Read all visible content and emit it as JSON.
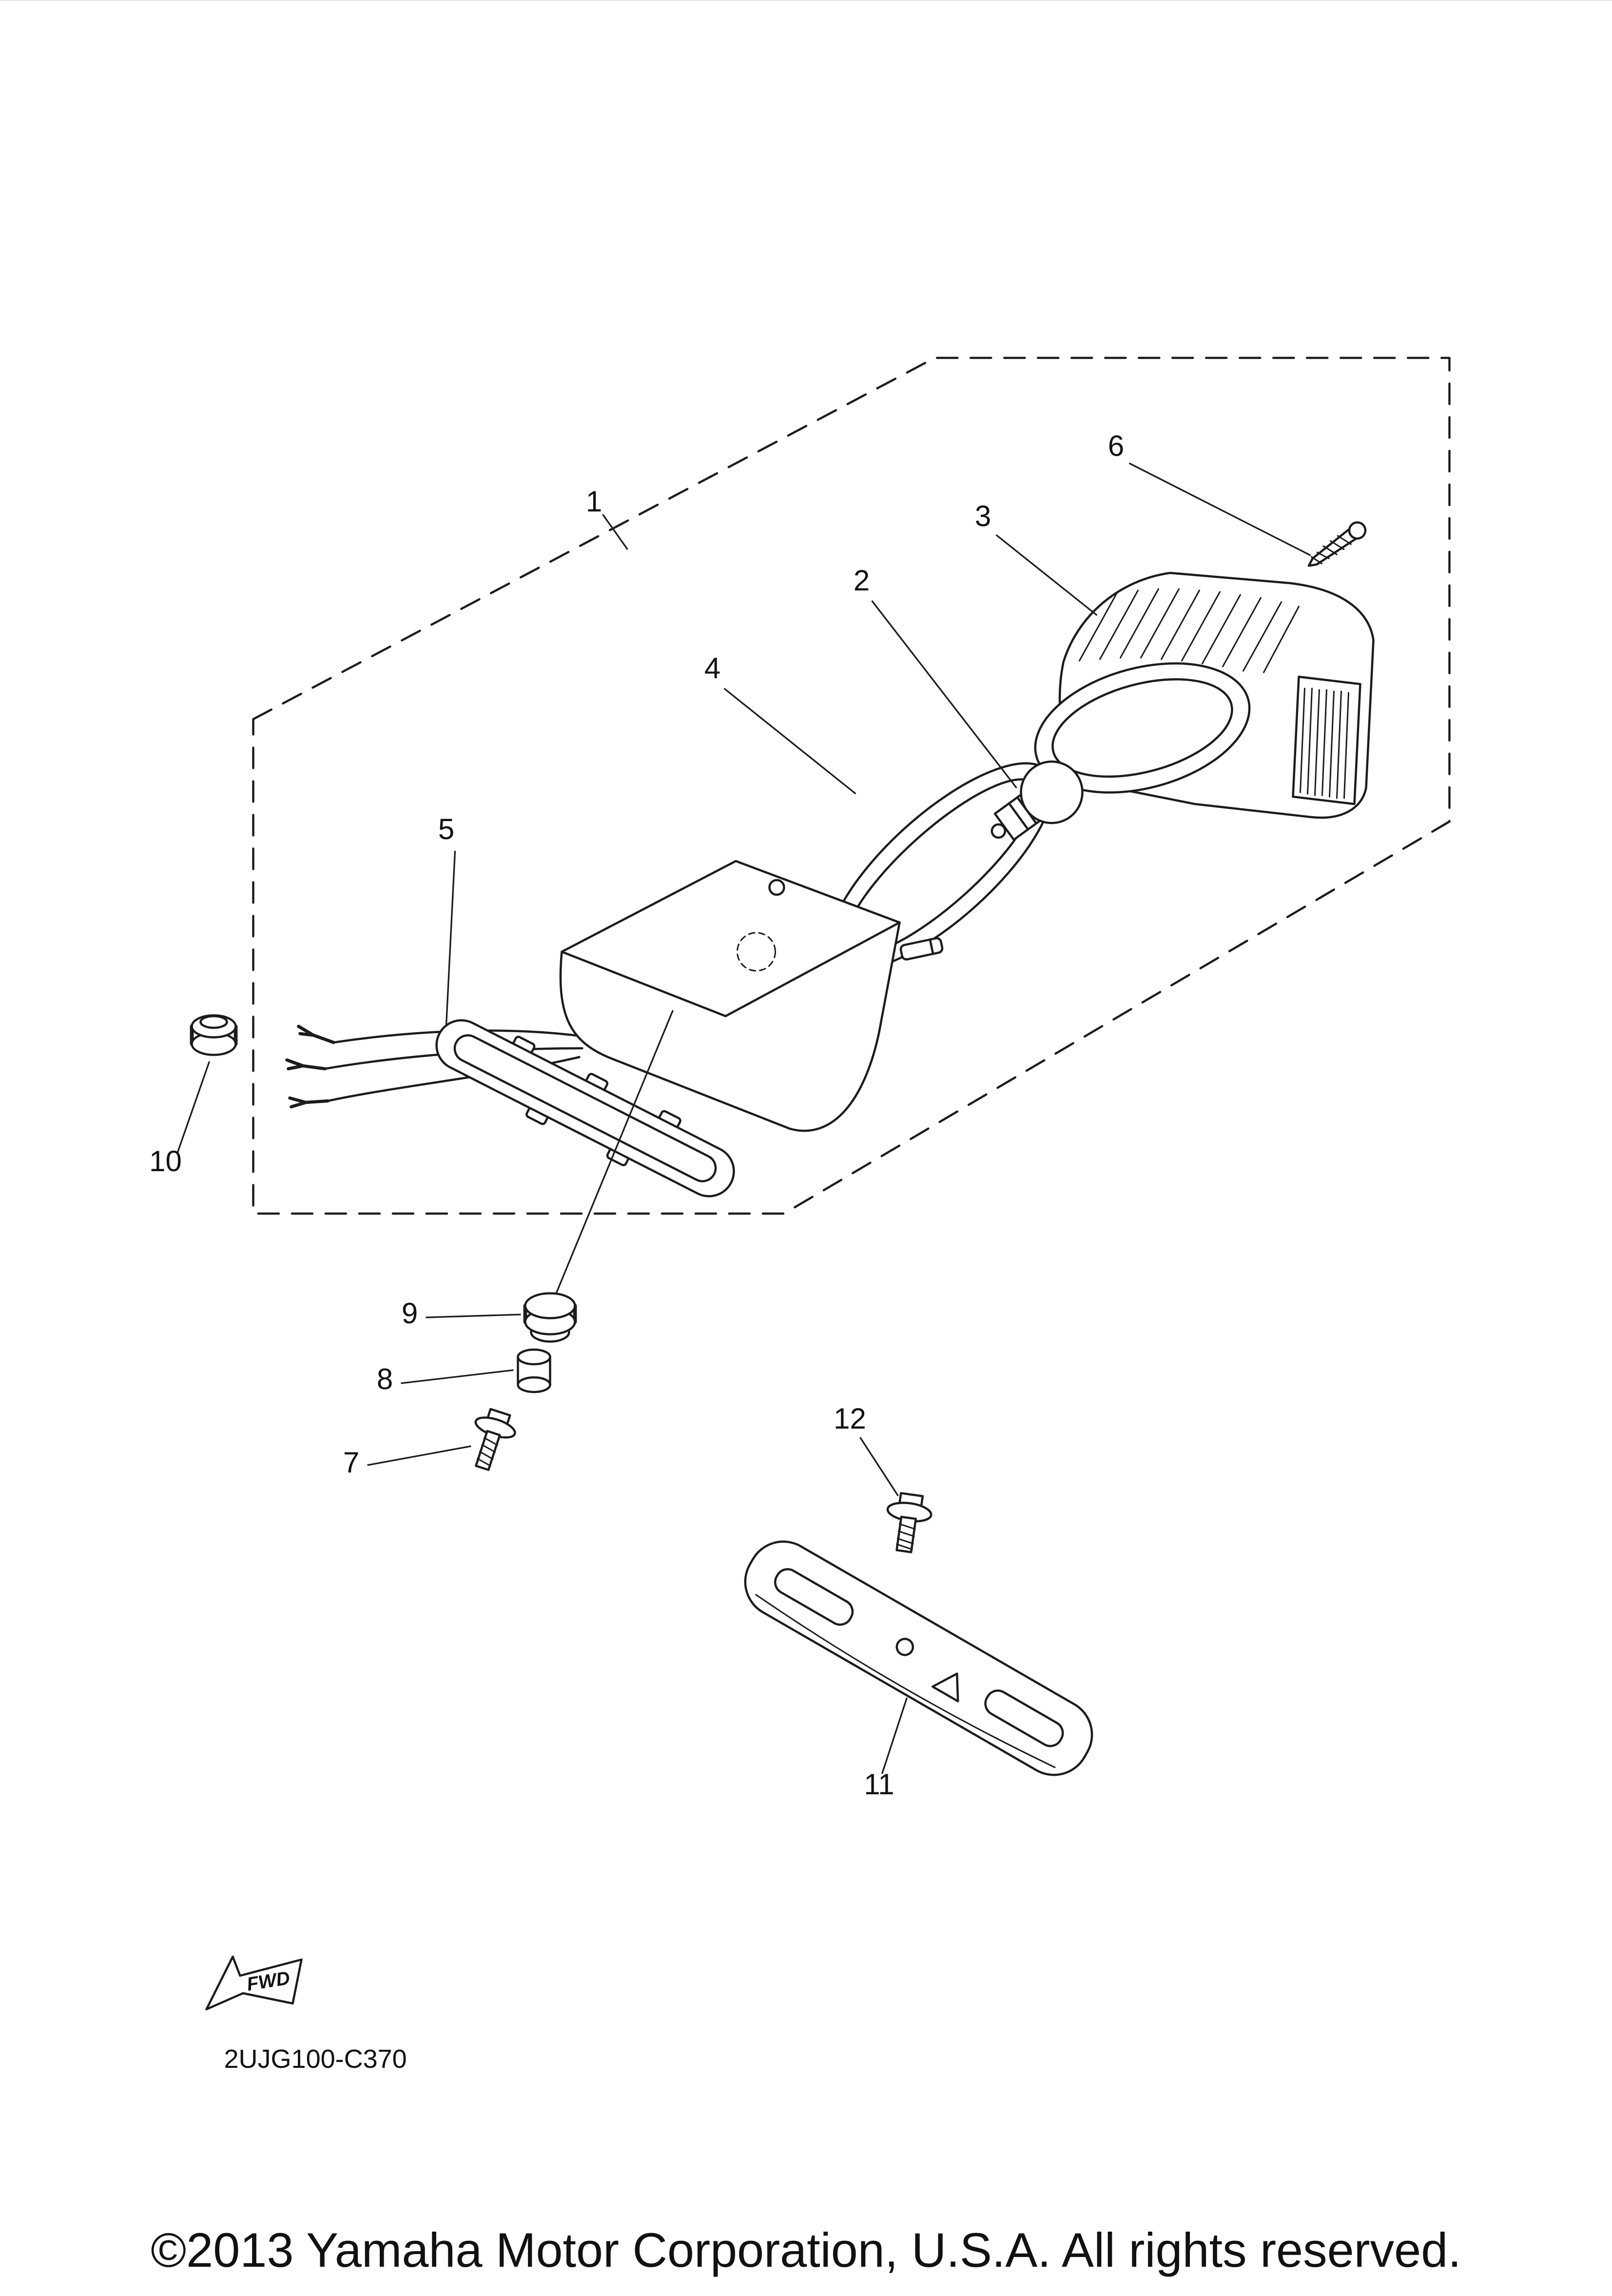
{
  "figure": {
    "part_code": "2UJG100-C370",
    "fwd_label": "FWD",
    "copyright": "©2013 Yamaha Motor Corporation, U.S.A. All rights reserved."
  },
  "callouts": [
    {
      "number": "1"
    },
    {
      "number": "2"
    },
    {
      "number": "3"
    },
    {
      "number": "4"
    },
    {
      "number": "5"
    },
    {
      "number": "6"
    },
    {
      "number": "7"
    },
    {
      "number": "8"
    },
    {
      "number": "9"
    },
    {
      "number": "10"
    },
    {
      "number": "11"
    },
    {
      "number": "12"
    }
  ]
}
